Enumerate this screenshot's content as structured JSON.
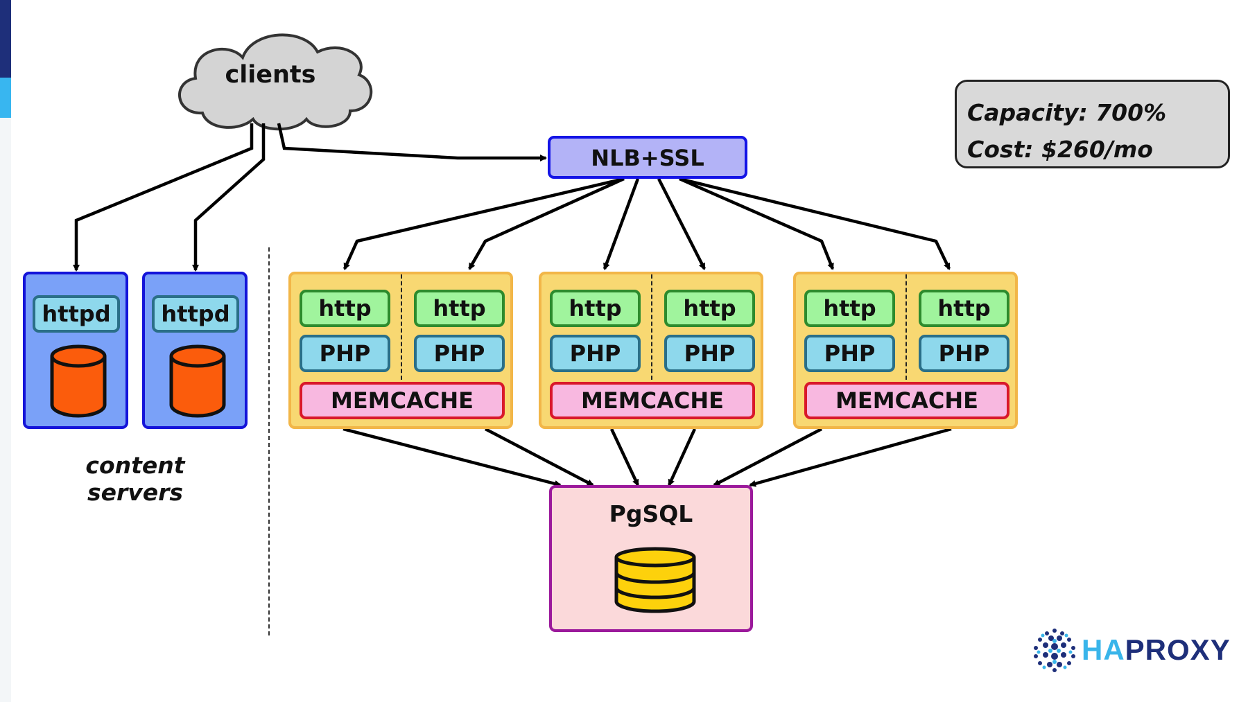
{
  "clients": {
    "label": "clients"
  },
  "info": {
    "capacity": "Capacity: 700%",
    "cost": "Cost: $260/mo"
  },
  "nlb": {
    "label": "NLB+SSL"
  },
  "content_servers": {
    "caption_line1": "content",
    "caption_line2": "servers",
    "nodes": [
      {
        "label": "httpd"
      },
      {
        "label": "httpd"
      }
    ]
  },
  "app_servers": [
    {
      "http": [
        "http",
        "http"
      ],
      "php": [
        "PHP",
        "PHP"
      ],
      "cache": "MEMCACHE"
    },
    {
      "http": [
        "http",
        "http"
      ],
      "php": [
        "PHP",
        "PHP"
      ],
      "cache": "MEMCACHE"
    },
    {
      "http": [
        "http",
        "http"
      ],
      "php": [
        "PHP",
        "PHP"
      ],
      "cache": "MEMCACHE"
    }
  ],
  "database": {
    "label": "PgSQL"
  },
  "logo": {
    "ha": "HA",
    "proxy": "PROXY"
  },
  "colors": {
    "nlb_fill": "#b3b3f7",
    "content_fill": "#7aa1f8",
    "app_fill": "#f8d872",
    "http_fill": "#a0f49d",
    "php_fill": "#8ed8ec",
    "memcache_fill": "#f8b8e0",
    "db_fill": "#fbd9da",
    "disk_orange": "#fb5c0c",
    "db_yellow": "#fdd10c",
    "brand_light": "#39b5ea",
    "brand_dark": "#1e2f7a"
  }
}
